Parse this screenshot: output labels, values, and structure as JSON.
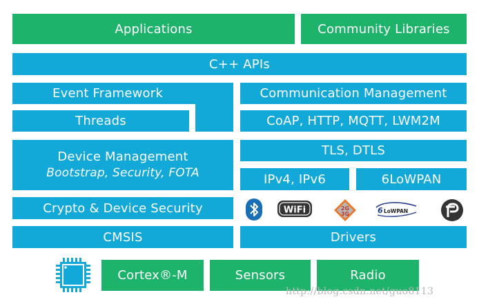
{
  "top_row": {
    "applications": "Applications",
    "community_libraries": "Community Libraries"
  },
  "cpp_apis": "C++ APIs",
  "left_stack": {
    "event_framework": "Event Framework",
    "threads": "Threads",
    "device_management": "Device Management",
    "device_management_sub": "Bootstrap, Security, FOTA",
    "crypto_security": "Crypto & Device Security",
    "cmsis": "CMSIS"
  },
  "right_stack": {
    "communication_management": "Communication Management",
    "protocols": "CoAP, HTTP, MQTT, LWM2M",
    "tls_dtls": "TLS, DTLS",
    "ipv4_ipv6": "IPv4, IPv6",
    "sixlowpan": "6LoWPAN",
    "drivers": "Drivers"
  },
  "connectivity_icons": [
    {
      "name": "bluetooth",
      "label": ""
    },
    {
      "name": "wifi",
      "label": "WiFi"
    },
    {
      "name": "cellular",
      "label": "2G 3G"
    },
    {
      "name": "lowpan",
      "label": "LoWPAN"
    },
    {
      "name": "thread",
      "label": ""
    }
  ],
  "bottom_row": {
    "cortex_m": "Cortex®-M",
    "sensors": "Sensors",
    "radio": "Radio"
  },
  "watermark": "http://blog.csdn.net/guo8113",
  "colors": {
    "blue": "#12a8d8",
    "green": "#1db36b",
    "dark": "#333333",
    "orange": "#e8792a"
  }
}
